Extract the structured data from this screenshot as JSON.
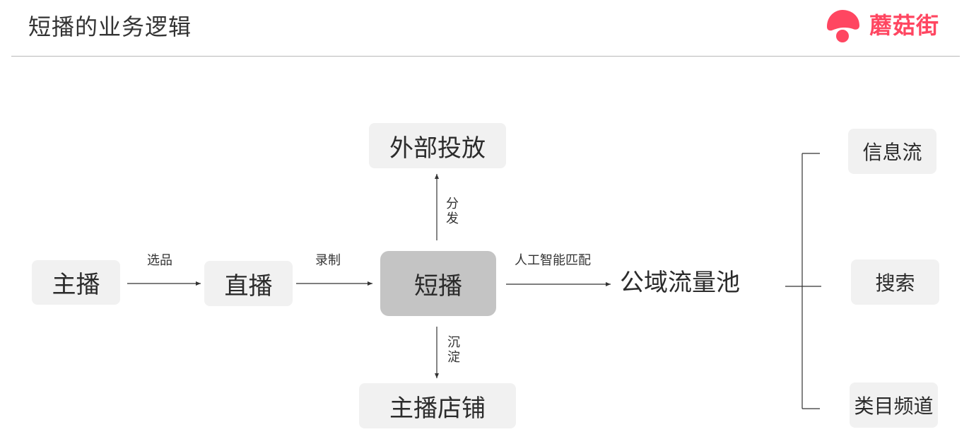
{
  "header": {
    "title": "短播的业务逻辑",
    "brand_name": "蘑菇街",
    "brand_color": "#ff4661"
  },
  "diagram": {
    "nodes": {
      "anchor": "主播",
      "live": "直播",
      "short": "短播",
      "external": "外部投放",
      "shop": "主播店铺",
      "pool": "公域流量池",
      "feed": "信息流",
      "search": "搜索",
      "category": "类目频道"
    },
    "edges": {
      "select": "选品",
      "record": "录制",
      "distribute": "分发",
      "settle": "沉淀",
      "match": "人工智能匹配"
    }
  },
  "colors": {
    "node_fill": "#f1f1f1",
    "center_fill": "#c4c4c4",
    "line": "#333333"
  }
}
